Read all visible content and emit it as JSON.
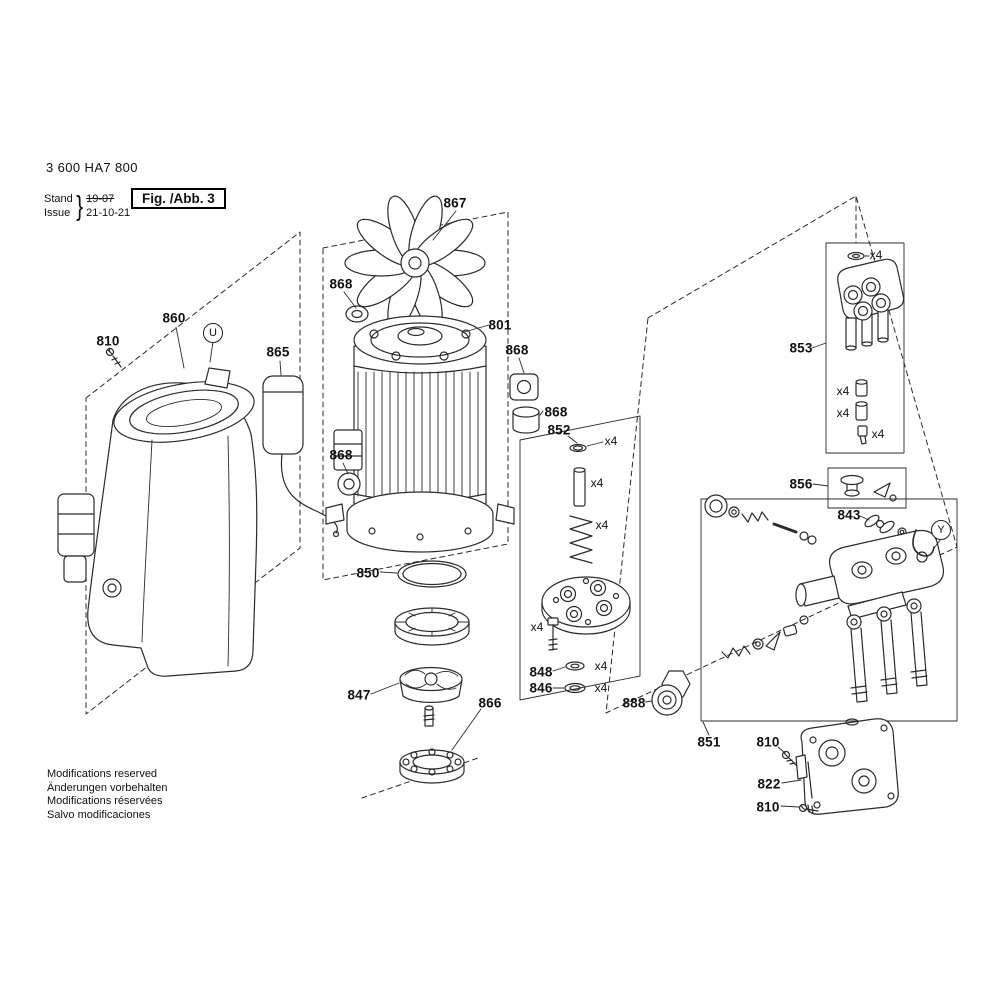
{
  "header": {
    "part_number": "3 600 HA7 800",
    "revision": {
      "stand_label": "Stand",
      "issue_label": "Issue",
      "brace": "}",
      "stand_value": "19-07",
      "issue_value": "21-10-21"
    },
    "figure_label": "Fig. /Abb. 3"
  },
  "parts": [
    "867",
    "868",
    "801",
    "868",
    "868",
    "868",
    "860",
    "810",
    "865",
    "852",
    "853",
    "856",
    "843",
    "850",
    "847",
    "866",
    "848",
    "846",
    "888",
    "851",
    "810",
    "822",
    "810"
  ],
  "multiplier": "x4",
  "circled": {
    "u": "U",
    "y": "Y"
  },
  "footer": {
    "lines": [
      "Modifications reserved",
      "Änderungen vorbehalten",
      "Modifications réservées",
      "Salvo modificaciones"
    ]
  }
}
